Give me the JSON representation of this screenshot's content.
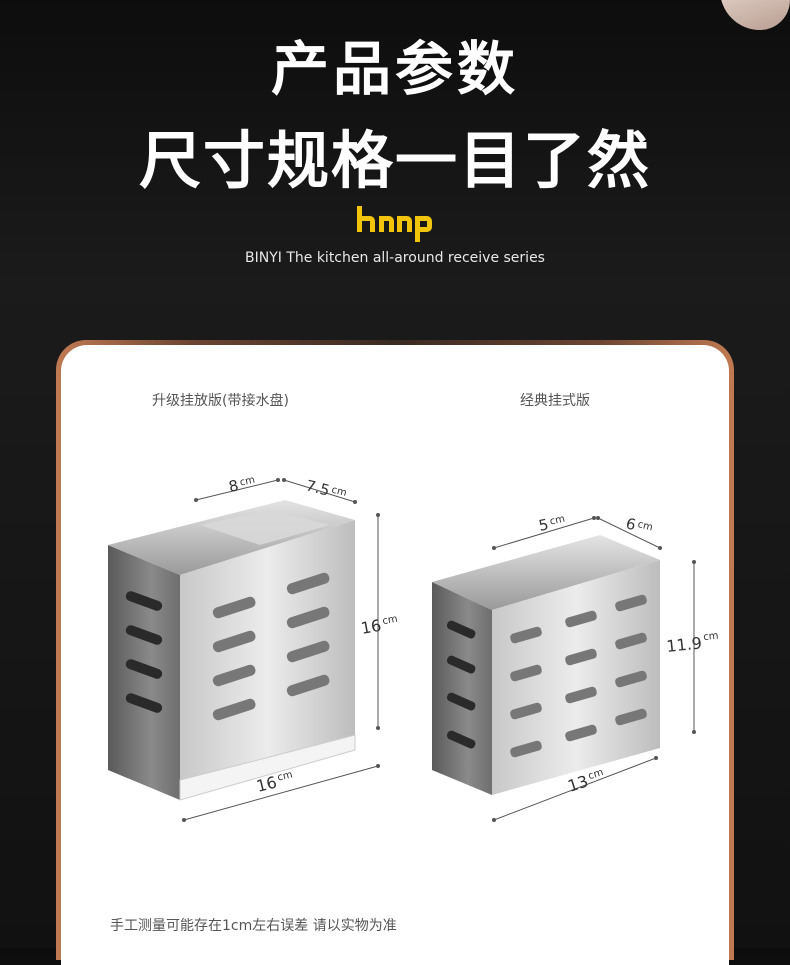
{
  "header": {
    "title_line1": "产品参数",
    "title_line2": "尺寸规格一目了然",
    "tagline": "BINYI The kitchen all-around receive series"
  },
  "variants": {
    "left": {
      "label": "升级挂放版(带接水盘)",
      "dims": {
        "depth_a": "8",
        "depth_b": "7.5",
        "height": "16",
        "width": "16",
        "unit": "cm"
      }
    },
    "right": {
      "label": "经典挂式版",
      "dims": {
        "depth_a": "5",
        "depth_b": "6",
        "height": "11.9",
        "width": "13",
        "unit": "cm"
      }
    }
  },
  "footnote": "手工测量可能存在1cm左右误差 请以实物为准",
  "colors": {
    "background": "#141414",
    "logo": "#f2c40a",
    "card": "#ffffff",
    "card_border": "#c07a52"
  }
}
